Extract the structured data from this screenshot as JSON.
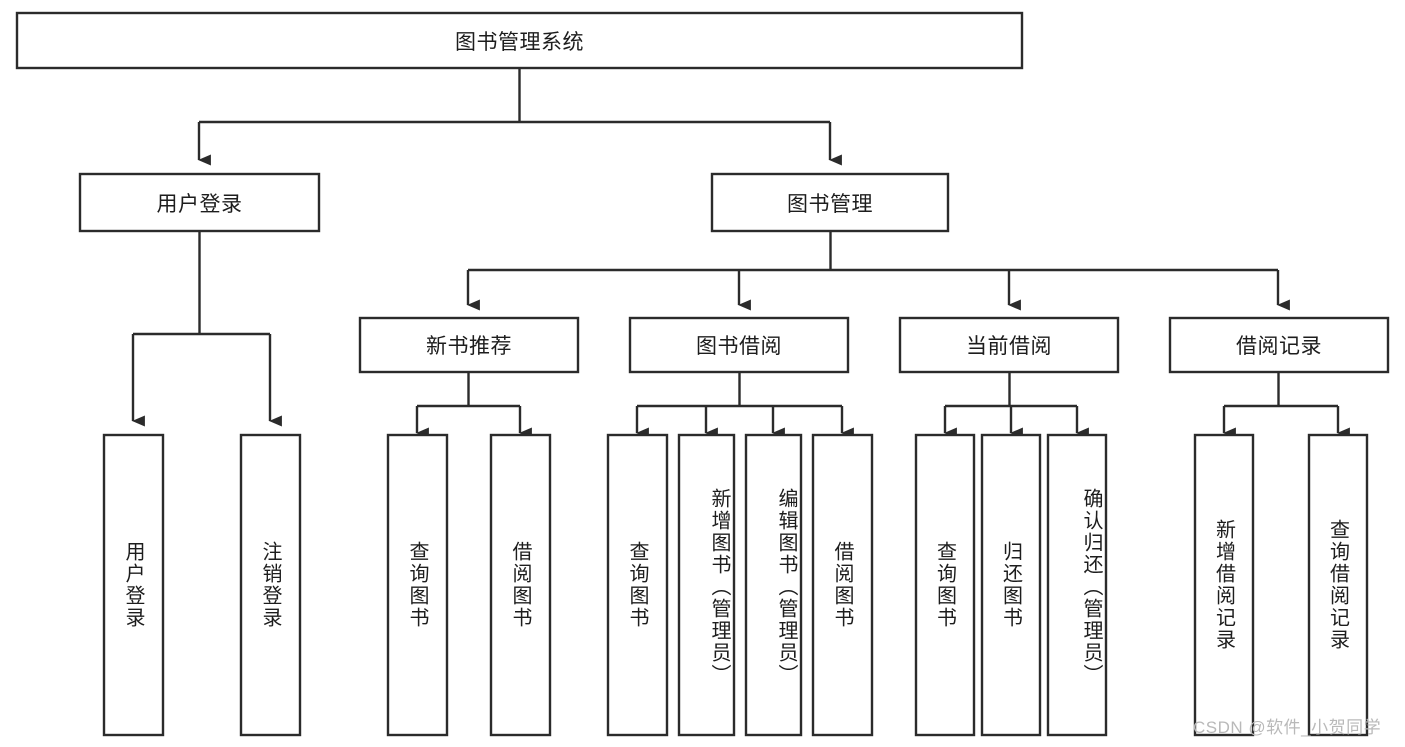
{
  "diagram": {
    "type": "tree-hierarchy",
    "title": "图书管理系统",
    "watermark": "CSDN @软件_小贺同学",
    "colors": {
      "stroke": "#2b2b2b",
      "box_fill": "#ffffff",
      "text": "#1d1d1d",
      "background": "#ffffff",
      "watermark": "#b9b9b9"
    },
    "levels": {
      "root": {
        "label": "图书管理系统"
      },
      "level2": [
        {
          "label": "用户登录"
        },
        {
          "label": "图书管理"
        }
      ],
      "level3": [
        {
          "label": "新书推荐"
        },
        {
          "label": "图书借阅"
        },
        {
          "label": "当前借阅"
        },
        {
          "label": "借阅记录"
        }
      ],
      "leaves": {
        "user_login": [
          {
            "label": "用户登录"
          },
          {
            "label": "注销登录"
          }
        ],
        "new_book_recommend": [
          {
            "label": "查询图书"
          },
          {
            "label": "借阅图书"
          }
        ],
        "book_borrow": [
          {
            "label": "查询图书"
          },
          {
            "label": "新增图书（管理员）"
          },
          {
            "label": "编辑图书（管理员）"
          },
          {
            "label": "借阅图书"
          }
        ],
        "current_borrow": [
          {
            "label": "查询图书"
          },
          {
            "label": "归还图书"
          },
          {
            "label": "确认归还（管理员）"
          }
        ],
        "borrow_records": [
          {
            "label": "新增借阅记录"
          },
          {
            "label": "查询借阅记录"
          }
        ]
      }
    }
  }
}
